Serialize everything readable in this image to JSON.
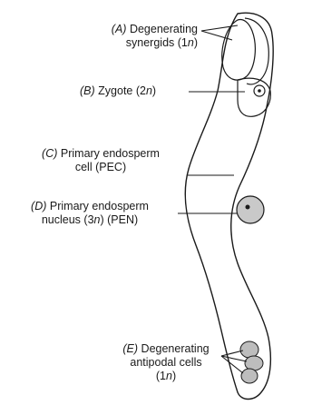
{
  "labels": {
    "A": {
      "letter": "(A)",
      "line1": "Degenerating",
      "line2_pre": "synergids (1",
      "line2_n": "n",
      "line2_post": ")"
    },
    "B": {
      "letter": "(B)",
      "text_pre": "Zygote (2",
      "text_n": "n",
      "text_post": ")"
    },
    "C": {
      "letter": "(C)",
      "line1": "Primary endosperm",
      "line2": "cell (PEC)"
    },
    "D": {
      "letter": "(D)",
      "line1": "Primary endosperm",
      "line2_pre": "nucleus (3",
      "line2_n": "n",
      "line2_post": ") (PEN)"
    },
    "E": {
      "letter": "(E)",
      "line1": "Degenerating",
      "line2": "antipodal cells",
      "line3_pre": "(1",
      "line3_n": "n",
      "line3_post": ")"
    }
  },
  "colors": {
    "outline": "#1a1a1a",
    "nucleus_fill": "#c9c9c9",
    "antipodal_fill": "#bdbdbd"
  }
}
